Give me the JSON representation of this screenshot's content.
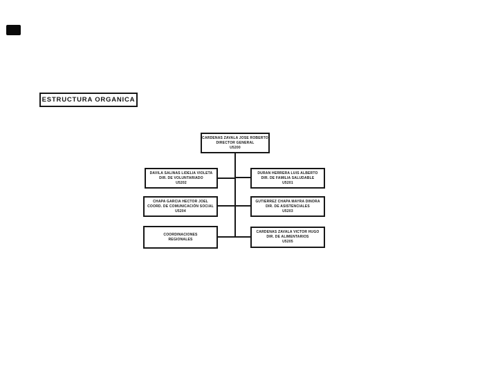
{
  "slide": {
    "background": "#ffffff",
    "ink": "#161616"
  },
  "decor": {
    "corner_mark_color": "#0a0a0a"
  },
  "title": {
    "label": "ESTRUCTURA ORGANICA"
  },
  "org_chart": {
    "type": "org-tree",
    "nodes": [
      {
        "id": "director-general",
        "name": "CARDENAS ZAVALA JOSE ROBERTO",
        "role": "DIRECTOR GENERAL",
        "code": "U5200"
      },
      {
        "id": "dir-voluntariado",
        "name": "DAVILA SALINAS LIDELIA VIOLETA",
        "role": "DIR. DE VOLUNTARIADO",
        "code": "U5202"
      },
      {
        "id": "dir-familia-saludable",
        "name": "DURAN HERRERA LUIS ALBERTO",
        "role": "DIR. DE FAMILIA SALUDABLE",
        "code": "U5201"
      },
      {
        "id": "coord-comunicacion-social",
        "name": "CHAPA GARCIA HECTOR JOEL",
        "role": "COORD. DE COMUNICACIÓN SOCIAL",
        "code": "U5204"
      },
      {
        "id": "dir-asistenciales",
        "name": "GUTIERREZ CHAPA MAYRA DINORA",
        "role": "DIR. DE ASISTENCIALES",
        "code": "U5203"
      },
      {
        "id": "coordinaciones-regionales",
        "name": "COORDINACIONES REGIONALES",
        "role": "",
        "code": ""
      },
      {
        "id": "dir-alimentarios",
        "name": "CARDENAS ZAVALA VICTOR HUGO",
        "role": "DIR. DE ALIMENTARIOS",
        "code": "U5205"
      }
    ]
  }
}
